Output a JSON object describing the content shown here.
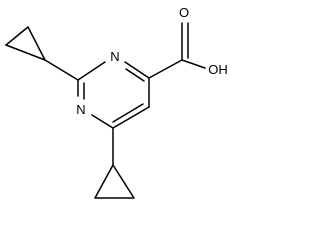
{
  "structure": {
    "atoms": {
      "n_top": "N",
      "n_bottom": "N",
      "o_carbonyl": "O",
      "oh": "OH"
    },
    "bond_color": "#000000",
    "background": "#ffffff"
  }
}
